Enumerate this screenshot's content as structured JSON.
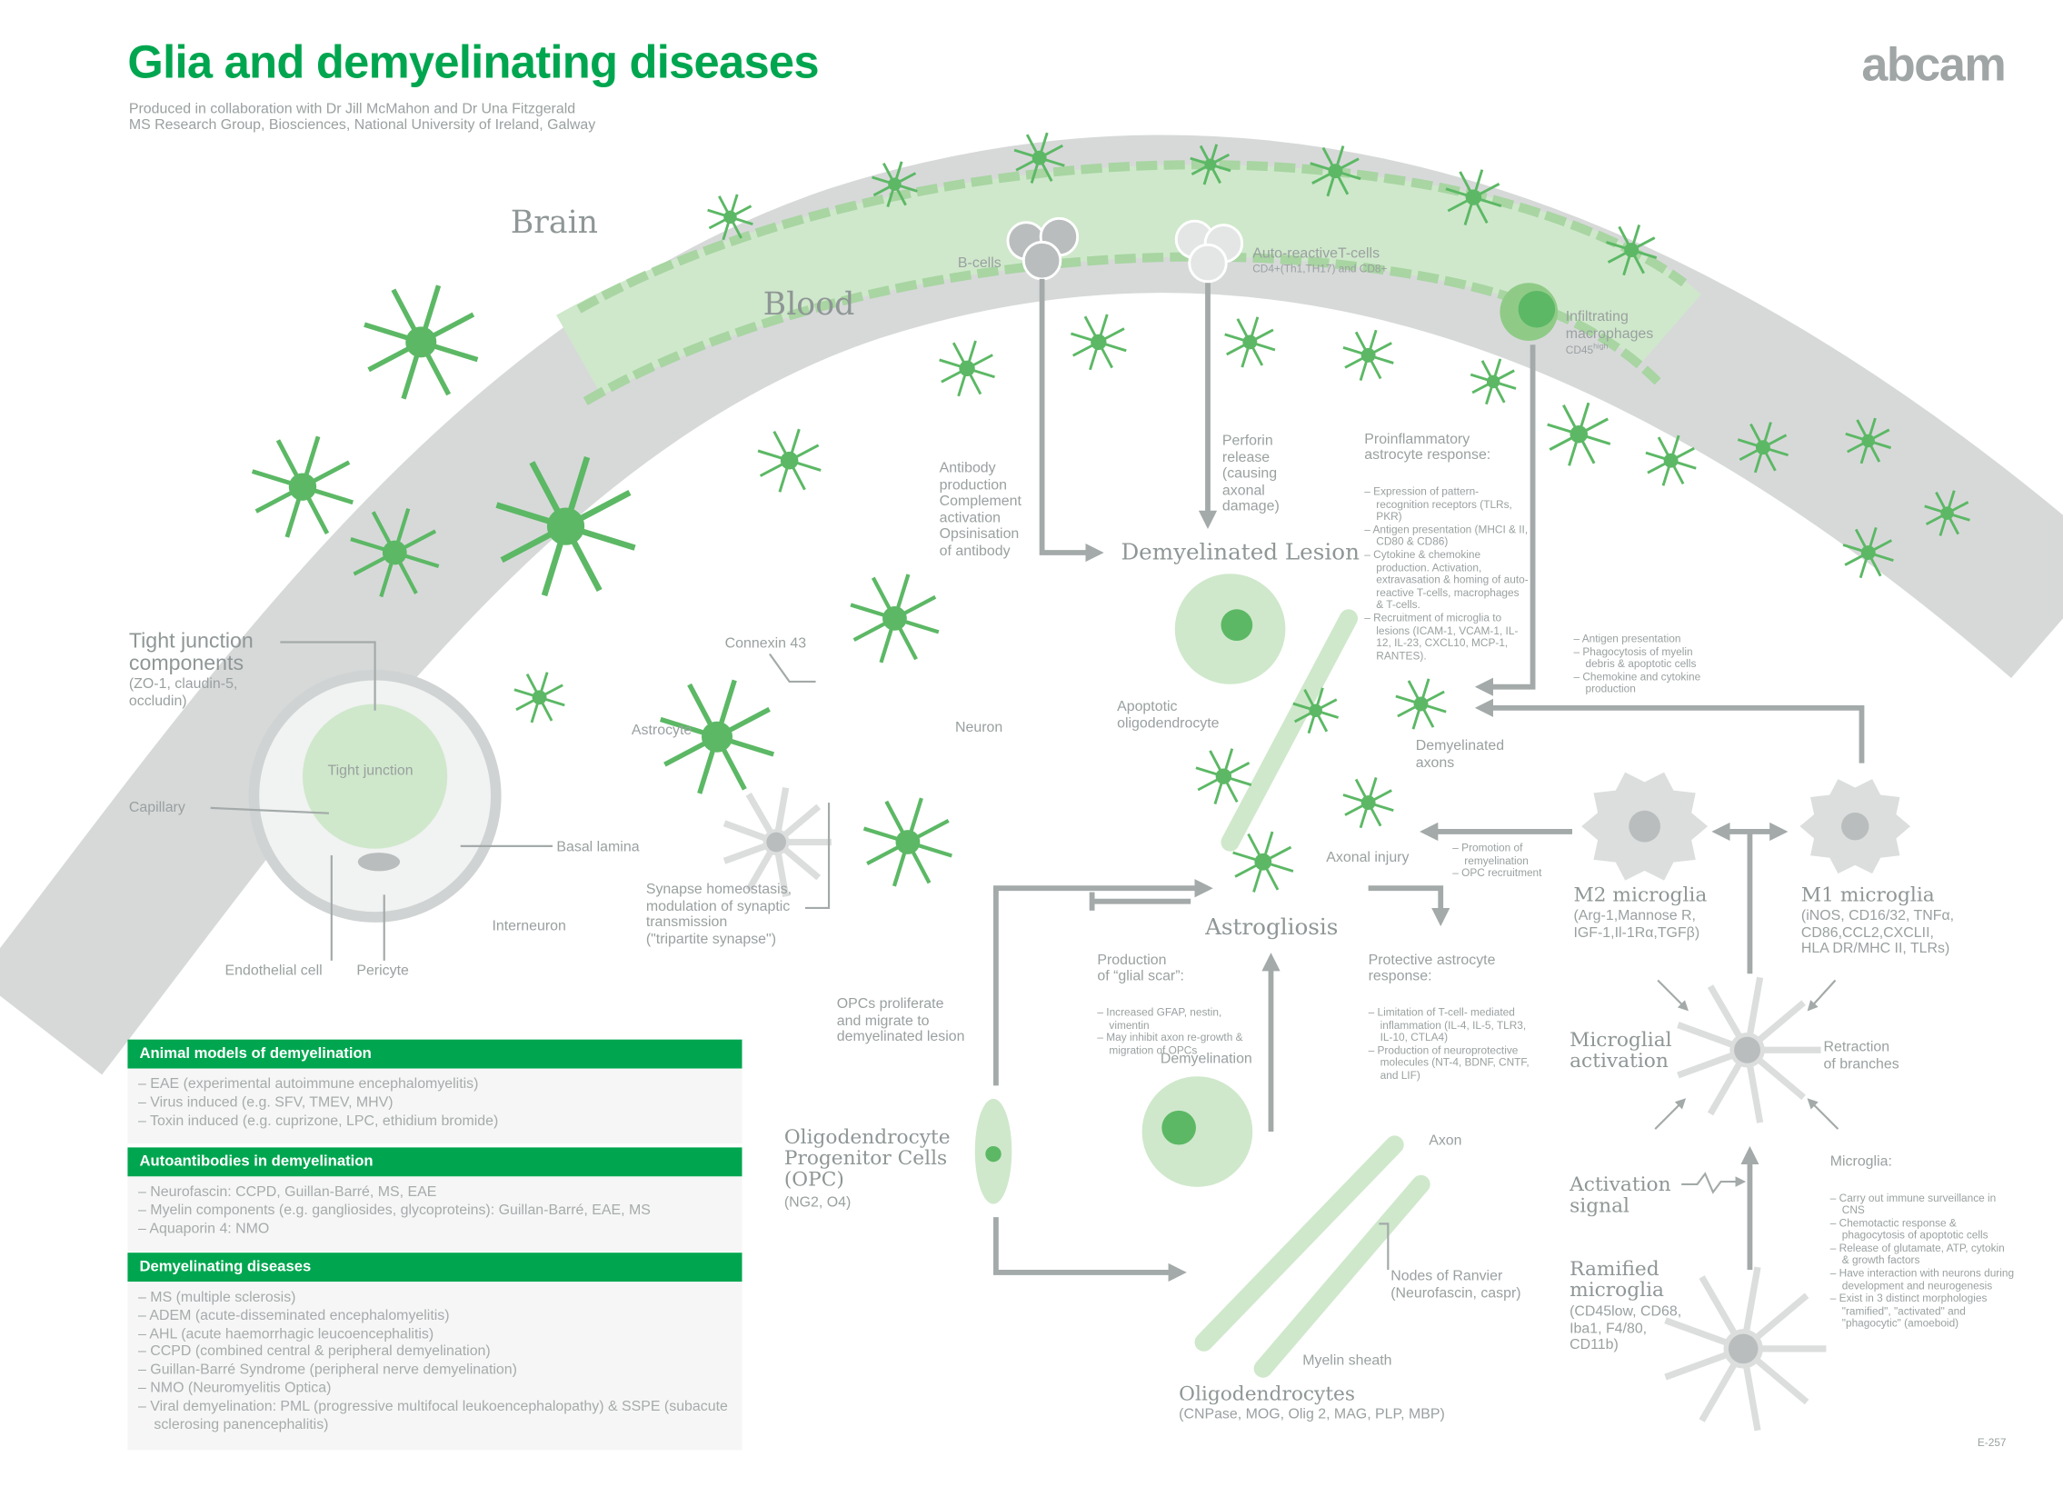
{
  "header": {
    "title": "Glia and demyelinating diseases",
    "credit_line1": "Produced in collaboration with Dr Jill McMahon and Dr Una Fitzgerald",
    "credit_line2": "MS Research Group, Biosciences, National University of Ireland, Galway",
    "logo": "abcam"
  },
  "colors": {
    "brand_green": "#00a64f",
    "astrocyte_green": "#5cb865",
    "light_green": "#cfe8cb",
    "gray": "#a3aaa9",
    "text_gray": "#9aa0a0"
  },
  "labels": {
    "brain": "Brain",
    "blood": "Blood",
    "b_cells": "B-cells",
    "t_cells": "Auto-reactiveT-cells",
    "t_cells_sub": "CD4+(Th1,TH17) and CD8+",
    "macrophages": "Infiltrating\nmacrophages",
    "macrophages_sub": "CD45",
    "macrophages_sup": "high",
    "tight_junction_components": "Tight junction\ncomponents",
    "tight_junction_sub": "(ZO-1, claudin-5,\noccludin)",
    "tight_junction": "Tight junction",
    "capillary": "Capillary",
    "basal_lamina": "Basal lamina",
    "endothelial_cell": "Endothelial cell",
    "pericyte": "Pericyte",
    "interneuron": "Interneuron",
    "astrocyte": "Astrocyte",
    "connexin": "Connexin 43",
    "neuron": "Neuron",
    "synapse": "Synapse homeostasis,\nmodulation of synaptic\ntransmission\n(\"tripartite synapse\")",
    "antibody": "Antibody\nproduction\nComplement\nactivation\nOpsinisation\nof antibody",
    "perforin": "Perforin\nrelease\n(causing\naxonal\ndamage)",
    "demyelinated_lesion": "Demyelinated Lesion",
    "apoptotic": "Apoptotic\noligodendrocyte",
    "demyelinated_axons": "Demyelinated\naxons",
    "axonal_injury": "Axonal injury",
    "astrogliosis": "Astrogliosis",
    "demyelination": "Demyelination",
    "opc_migrate": "OPCs  proliferate\nand migrate to\ndemyelinated lesion",
    "opc": "Oligodendrocyte\nProgenitor Cells\n(OPC)",
    "opc_sub": "(NG2, O4)",
    "axon": "Axon",
    "nodes": "Nodes of Ranvier\n(Neurofascin, caspr)",
    "myelin": "Myelin sheath",
    "oligodendrocytes": "Oligodendrocytes",
    "oligodendrocytes_sub": "(CNPase, MOG, Olig 2, MAG, PLP, MBP)",
    "m2": "M2 microglia",
    "m2_sub": "(Arg-1,Mannose R,\nIGF-1,Il-1Rα,TGFβ)",
    "m1": "M1 microglia",
    "m1_sub": "(iNOS, CD16/32, TNFα,\nCD86,CCL2,CXCLII,\nHLA DR/MHC II, TLRs)",
    "microglial_activation": "Microglial\nactivation",
    "retraction": "Retraction\nof branches",
    "activation_signal": "Activation\nsignal",
    "ramified": "Ramified\nmicroglia",
    "ramified_sub": "(CD45low, CD68,\nIba1, F4/80,\nCD11b)",
    "code": "E-257"
  },
  "proinflammatory": {
    "title": "Proinflammatory\nastrocyte response:",
    "items": [
      "Expression of pattern-recognition receptors (TLRs, PKR)",
      "Antigen presentation (MHCI & II, CD80 & CD86)",
      "Cytokine & chemokine production. Activation, extravasation & homing of auto-reactive T-cells, macrophages & T-cells.",
      "Recruitment of microglia to lesions (ICAM-1, VCAM-1, IL-12, IL-23, CXCL10, MCP-1, RANTES)."
    ]
  },
  "m1_functions": [
    "Antigen presentation",
    "Phagocytosis of myelin debris & apoptotic cells",
    "Chemokine and cytokine production"
  ],
  "m2_functions": [
    "Promotion of remyelination",
    "OPC recruitment"
  ],
  "glial_scar": {
    "title": "Production\nof “glial scar”:",
    "items": [
      "Increased GFAP, nestin, vimentin",
      "May inhibit axon re-growth & migration of OPCs"
    ]
  },
  "protective": {
    "title": "Protective astrocyte\nresponse:",
    "items": [
      "Limitation of T-cell- mediated inflammation (IL-4, IL-5, TLR3, IL-10, CTLA4)",
      "Production of neuroprotective molecules (NT-4, BDNF, CNTF, and LIF)"
    ]
  },
  "microglia": {
    "title": "Microglia:",
    "items": [
      "Carry out immune surveillance in CNS",
      "Chemotactic response & phagocytosis of apoptotic cells",
      "Release of glutamate, ATP, cytokin & growth factors",
      "Have interaction with neurons during development and neurogenesis",
      "Exist in 3 distinct morphologies \"ramified\", \"activated\" and \"phagocytic\" (amoeboid)"
    ]
  },
  "panels": [
    {
      "title": "Animal models of demyelination",
      "items": [
        "EAE (experimental autoimmune encephalomyelitis)",
        "Virus induced (e.g. SFV, TMEV, MHV)",
        "Toxin induced (e.g. cuprizone, LPC,  ethidium bromide)"
      ]
    },
    {
      "title": "Autoantibodies in demyelination",
      "items": [
        "Neurofascin: CCPD, Guillan-Barré, MS, EAE",
        "Myelin components (e.g. gangliosides, glycoproteins): Guillan-Barré, EAE, MS",
        "Aquaporin 4: NMO"
      ]
    },
    {
      "title": "Demyelinating diseases",
      "items": [
        "MS (multiple sclerosis)",
        "ADEM (acute-disseminated encephalomyelitis)",
        "AHL (acute haemorrhagic leucoencephalitis)",
        "CCPD (combined central & peripheral demyelination)",
        "Guillan-Barré Syndrome (peripheral nerve demyelination)",
        "NMO (Neuromyelitis Optica)",
        "Viral demyelination: PML (progressive multifocal leukoencephalopathy) & SSPE (subacute sclerosing panencephalitis)"
      ]
    }
  ]
}
